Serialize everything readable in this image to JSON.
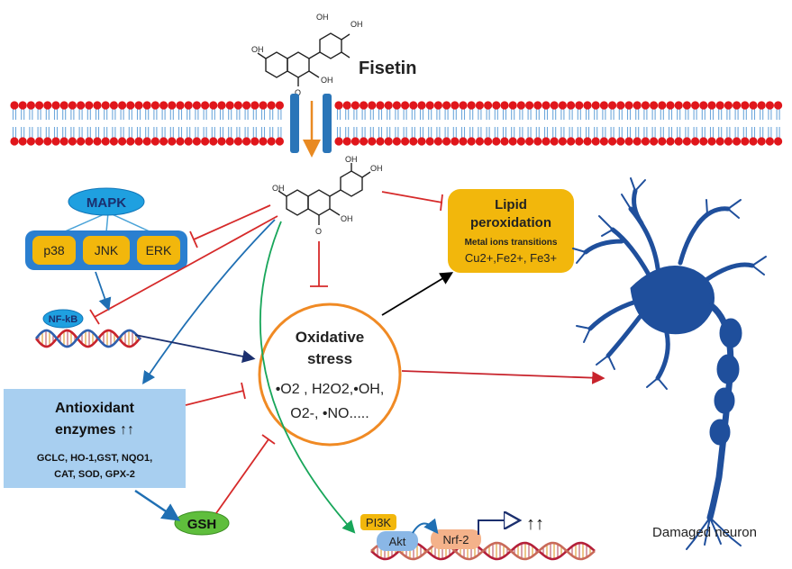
{
  "fisetin_label": "Fisetin",
  "hydroxyl_label": "OH",
  "carbonyl_label": "O",
  "mapk": {
    "label": "MAPK",
    "members": [
      "p38",
      "JNK",
      "ERK"
    ]
  },
  "nfkb_label": "NF-kB",
  "lipid": {
    "title_line1": "Lipid",
    "title_line2": "peroxidation",
    "subtitle": "Metal ions transitions",
    "ions": "Cu2+,Fe2+, Fe3+"
  },
  "oxidative": {
    "line1": "Oxidative",
    "line2": "stress",
    "species1": "•O2 , H2O2,•OH,",
    "species2": "O2-, •NO....."
  },
  "antioxidant": {
    "title_line1": "Antioxidant",
    "title_line2": "enzymes ↑↑",
    "enzymes_line1": "GCLC, HO-1,GST, NQO1,",
    "enzymes_line2": "CAT, SOD, GPX-2"
  },
  "gsh_label": "GSH",
  "pi3k_label": "PI3K",
  "akt_label": "Akt",
  "nrf2_label": "Nrf-2",
  "upregulation_arrows": "↑↑",
  "neuron_label": "Damaged neuron",
  "colors": {
    "membrane_head": "#e0161b",
    "channel": "#2a75b8",
    "inhibit_red": "#d62a2a",
    "arrow_blue": "#1f6fb3",
    "arrow_green": "#18a65a",
    "arrow_orange": "#e98a22",
    "mapk_blue": "#1fa0e0",
    "yellow_box": "#f2b70c",
    "antioxidant_fill": "#a8cff0",
    "gsh_green": "#5fbe3c",
    "oxidative_ring": "#f08a24",
    "neuron_blue": "#1f4f9c"
  }
}
